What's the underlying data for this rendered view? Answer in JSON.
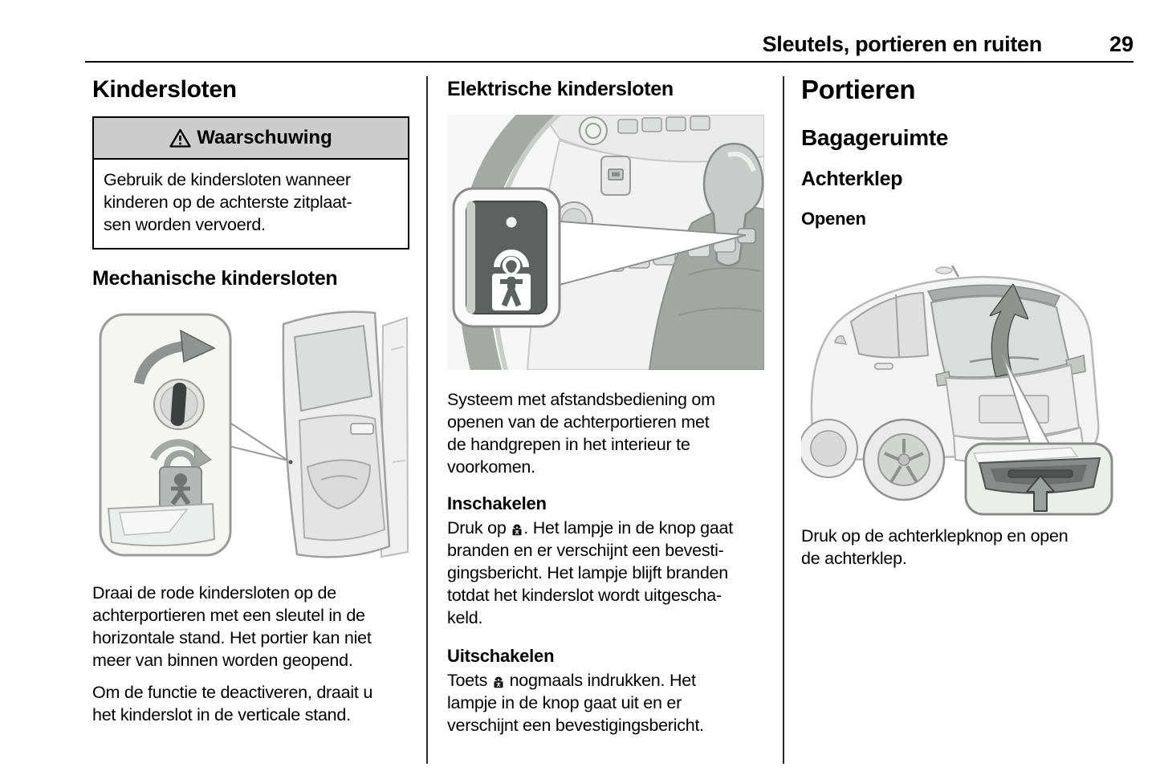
{
  "colors": {
    "page_bg": "#ffffff",
    "text": "#000000",
    "warning_header_bg": "#cccccc",
    "divider": "#2a2a2a",
    "illustration_gray": "#9ea3a0",
    "button_dark": "#5d6260"
  },
  "header": {
    "title": "Sleutels, portieren en ruiten",
    "page_number": "29"
  },
  "left_column": {
    "heading": "Kindersloten",
    "warning": {
      "icon": "warning-triangle-icon",
      "title": "Waarschuwing",
      "body": "Gebruik de kindersloten wanneer\nkinderen op de achterste zitplaat-\nsen worden vervoerd."
    },
    "subheading": "Mechanische kindersloten",
    "para1": "Draai de rode kindersloten op de\nachterportieren met een sleutel in de\nhorizontale stand. Het portier kan niet\nmeer van binnen worden geopend.",
    "para2": "Om de functie te deactiveren, draait u\nhet kinderslot in de verticale stand."
  },
  "middle_column": {
    "heading": "Elektrische kindersloten",
    "intro": "Systeem met afstandsbediening om\nopenen van de achterportieren met\nde handgrepen in het interieur te\nvoorkomen.",
    "sections": [
      {
        "title": "Inschakelen",
        "body_pre": "Druk op ",
        "icon": "child-lock-icon",
        "body_post": ". Het lampje in de knop gaat\nbranden en er verschijnt een bevesti-\ngingsbericht. Het lampje blijft branden\ntotdat het kinderslot wordt uitgescha-\nkeld."
      },
      {
        "title": "Uitschakelen",
        "body_pre": "Toets ",
        "icon": "child-lock-icon",
        "body_post": " nogmaals indrukken. Het\nlampje in de knop gaat uit en er\nverschijnt een bevestigingsbericht."
      }
    ]
  },
  "right_column": {
    "heading": "Portieren",
    "subheading": "Bagageruimte",
    "subsubheading": "Achterklep",
    "action_heading": "Openen",
    "para": "Druk op de achterklepknop en open\nde achterklep."
  }
}
